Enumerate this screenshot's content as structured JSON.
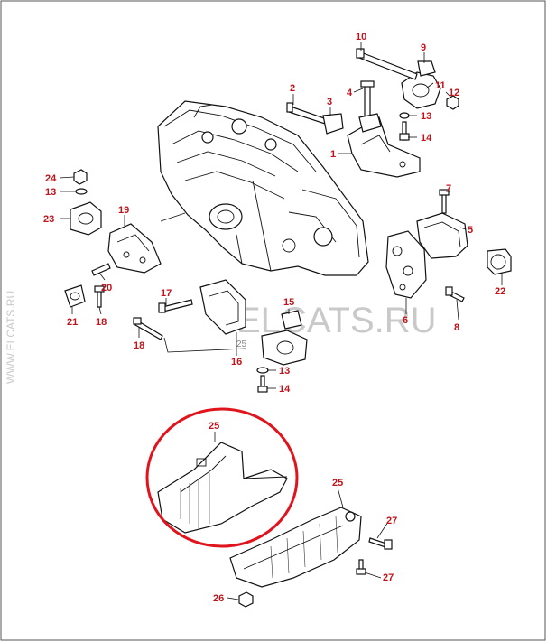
{
  "watermark": {
    "side_text": "WWW.ELCATS.RU",
    "center_text": "ELCATS.RU"
  },
  "callouts": [
    {
      "id": "c10",
      "text": "10"
    },
    {
      "id": "c9",
      "text": "9"
    },
    {
      "id": "c11",
      "text": "11"
    },
    {
      "id": "c12",
      "text": "12"
    },
    {
      "id": "c13a",
      "text": "13"
    },
    {
      "id": "c14a",
      "text": "14"
    },
    {
      "id": "c2",
      "text": "2"
    },
    {
      "id": "c4",
      "text": "4"
    },
    {
      "id": "c3",
      "text": "3"
    },
    {
      "id": "c1",
      "text": "1"
    },
    {
      "id": "c24",
      "text": "24"
    },
    {
      "id": "c13b",
      "text": "13"
    },
    {
      "id": "c23",
      "text": "23"
    },
    {
      "id": "c19",
      "text": "19"
    },
    {
      "id": "c20",
      "text": "20"
    },
    {
      "id": "c21",
      "text": "21"
    },
    {
      "id": "c18a",
      "text": "18"
    },
    {
      "id": "c17",
      "text": "17"
    },
    {
      "id": "c18b",
      "text": "18"
    },
    {
      "id": "c15",
      "text": "15"
    },
    {
      "id": "c16",
      "text": "16"
    },
    {
      "id": "c13c",
      "text": "13"
    },
    {
      "id": "c14b",
      "text": "14"
    },
    {
      "id": "c7",
      "text": "7"
    },
    {
      "id": "c5",
      "text": "5"
    },
    {
      "id": "c22",
      "text": "22"
    },
    {
      "id": "c6",
      "text": "6"
    },
    {
      "id": "c8",
      "text": "8"
    },
    {
      "id": "c25a",
      "text": "25"
    },
    {
      "id": "c25b",
      "text": "25"
    },
    {
      "id": "c27a",
      "text": "27"
    },
    {
      "id": "c27b",
      "text": "27"
    },
    {
      "id": "c26",
      "text": "26"
    }
  ],
  "inline_label": "25",
  "highlight_color": "#e0141c",
  "callout_color": "#c0141c"
}
